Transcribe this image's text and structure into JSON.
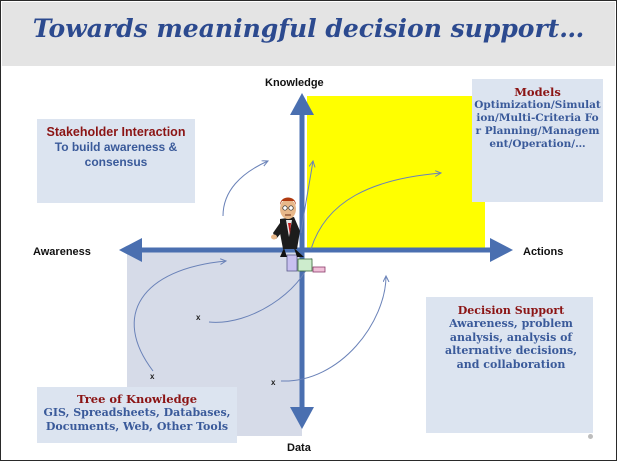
{
  "slide": {
    "title": "Towards meaningful decision support…"
  },
  "axes": {
    "top": "Knowledge",
    "left": "Awareness",
    "right": "Actions",
    "bottom": "Data"
  },
  "boxes": {
    "stakeholder": {
      "heading": "Stakeholder Interaction",
      "body": "To build awareness & consensus"
    },
    "models": {
      "heading": "Models",
      "body": "Optimization/Simulation/Multi-Criteria For Planning/Management/Operation/…"
    },
    "decision_support": {
      "heading": "Decision Support",
      "body": "Awareness, problem analysis, analysis of alternative decisions, and collaboration"
    },
    "tree": {
      "heading": "Tree of Knowledge",
      "body": "GIS, Spreadsheets, Databases, Documents, Web, Other Tools"
    }
  },
  "markers": [
    "x",
    "x",
    "x"
  ],
  "colors": {
    "axis": "#4a6fb0",
    "knowledge_quadrant": "#ffff00",
    "data_quadrant": "#d6dbe8",
    "box_fill": "#dce4f0",
    "title": "#2c4a8f",
    "heading_red": "#8b1414",
    "body_blue": "#3a5a9a"
  },
  "icons": [
    "person-icon",
    "bar-blocks-icon"
  ]
}
